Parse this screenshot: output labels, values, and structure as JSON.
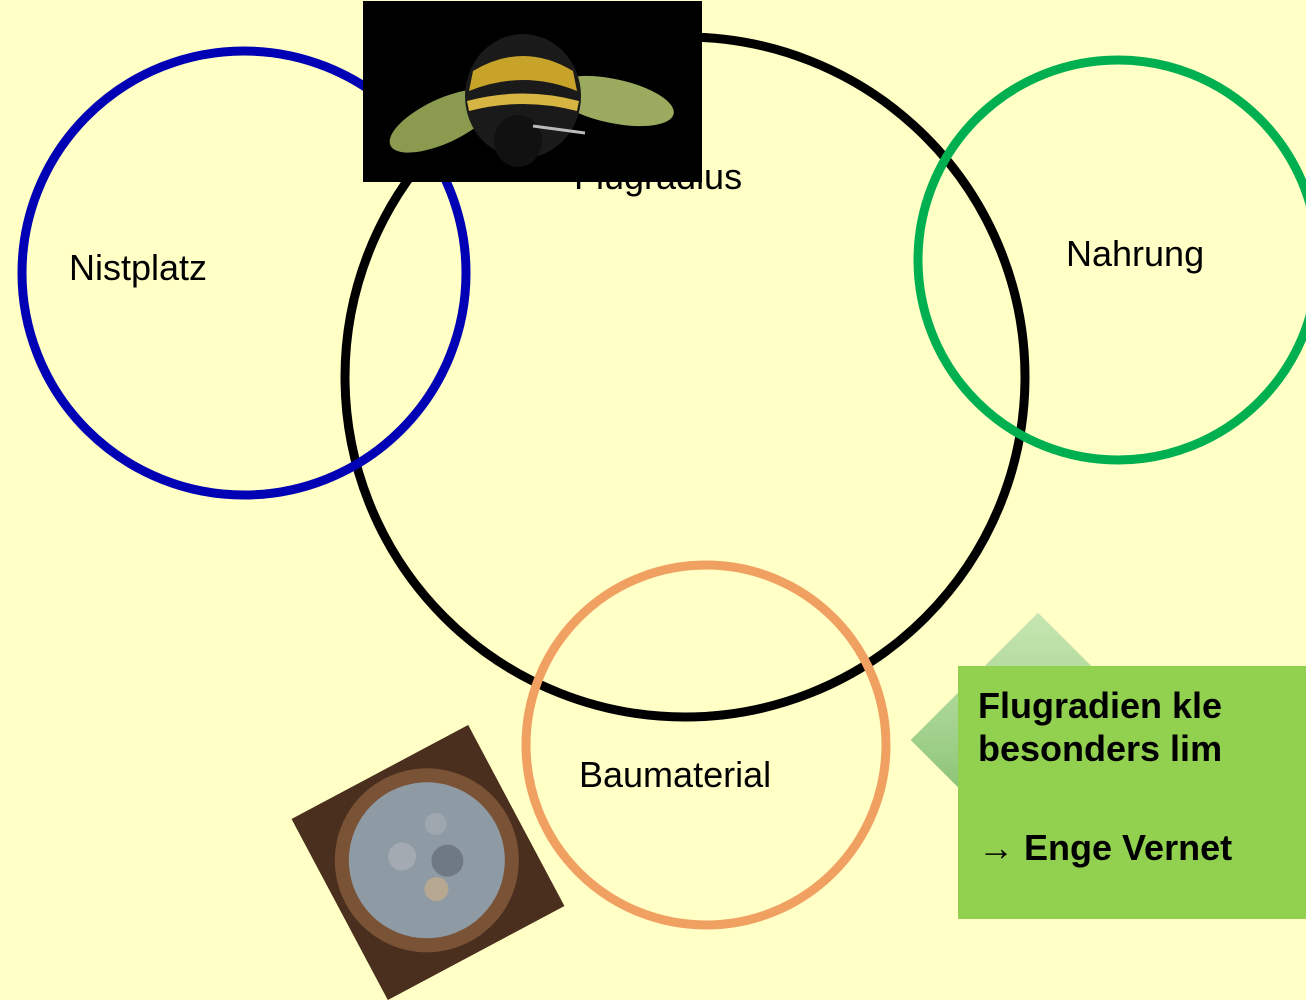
{
  "labels": {
    "center": "Flugradius",
    "nest_site": "Nistplatz",
    "food": "Nahrung",
    "material": "Baumaterial"
  },
  "callout": {
    "line1": "Flugradien kle",
    "line2": "besonders lim",
    "line3": "→ Enge Vernet"
  },
  "colors": {
    "background": "#ffffc6",
    "ring_center": "#000000",
    "ring_nest": "#0000b4",
    "ring_food": "#00b050",
    "ring_material": "#f0a060",
    "callout_fill": "#92d050"
  },
  "images": {
    "bee": "bumblebee-photo",
    "nest": "nest-cross-section-photo",
    "leaf": "leaf-photo"
  }
}
